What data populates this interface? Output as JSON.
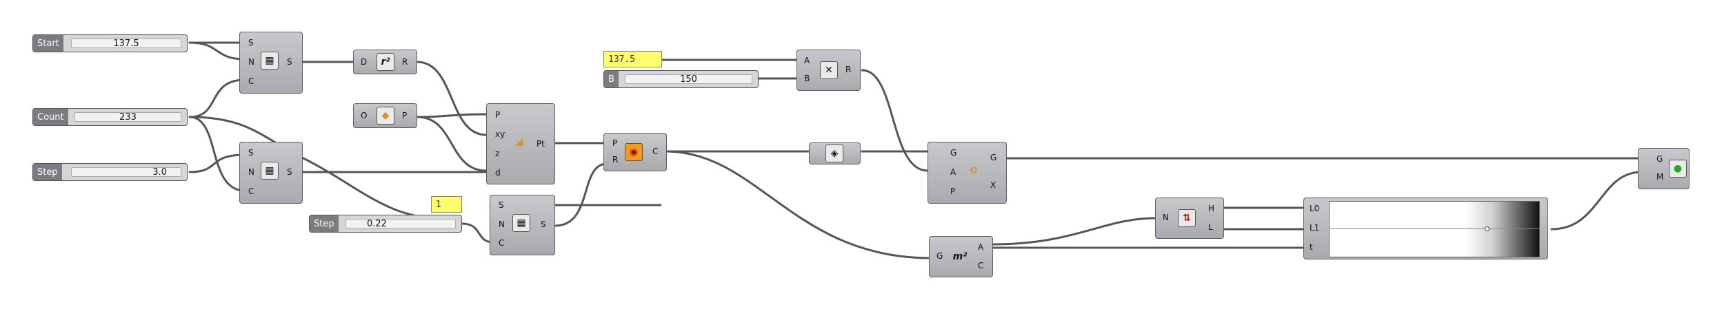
{
  "sliders": {
    "start": {
      "label": "Start",
      "value": "137.5"
    },
    "count": {
      "label": "Count",
      "value": "233"
    },
    "step": {
      "label": "Step",
      "value": "3.0"
    },
    "step2": {
      "label": "Step",
      "value": "0.22"
    },
    "b": {
      "label": "B",
      "value": "150"
    }
  },
  "panels": {
    "angle": "137.5",
    "one": "1"
  },
  "pins": {
    "series_s": "S",
    "series_n": "N",
    "series_c": "C",
    "series_out": "S",
    "sqrt_d": "D",
    "sqrt_r": "R",
    "xy_o": "O",
    "xy_p": "P",
    "polar_p": "P",
    "polar_xy": "xy",
    "polar_z": "z",
    "polar_d": "d",
    "polar_pt": "Pt",
    "circle_p": "P",
    "circle_r": "R",
    "circle_c": "C",
    "mult_a": "A",
    "mult_b": "B",
    "mult_r": "R",
    "rot_g": "G",
    "rot_a": "A",
    "rot_p": "P",
    "rot_gout": "G",
    "rot_x": "X",
    "area_g": "G",
    "area_a": "A",
    "area_c": "C",
    "bounds_n": "N",
    "bounds_h": "H",
    "bounds_l": "L",
    "grad_l0": "L0",
    "grad_l1": "L1",
    "grad_t": "t",
    "preview_g": "G",
    "preview_m": "M"
  },
  "icons": {
    "sqrt": "r²",
    "area": "m²"
  },
  "colors": {
    "wire": "#6b6b70",
    "component": "#b5b5ba",
    "panel": "#fdfd6e"
  }
}
